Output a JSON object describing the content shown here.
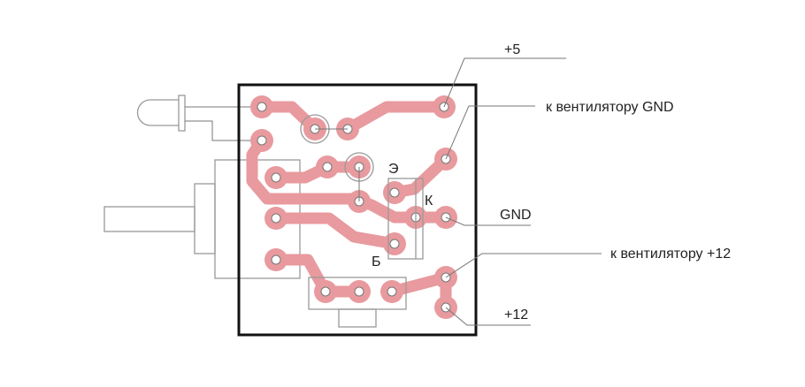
{
  "labels": {
    "plus5": "+5",
    "fan_gnd": "к вентилятору GND",
    "gnd": "GND",
    "fan_plus12": "к вентилятору +12",
    "plus12": "+12"
  },
  "pins": {
    "emitter": "Э",
    "collector": "К",
    "base": "Б"
  },
  "colors": {
    "trace": "#e89a9e",
    "board_outline": "#111111",
    "component_outline": "#999999"
  }
}
